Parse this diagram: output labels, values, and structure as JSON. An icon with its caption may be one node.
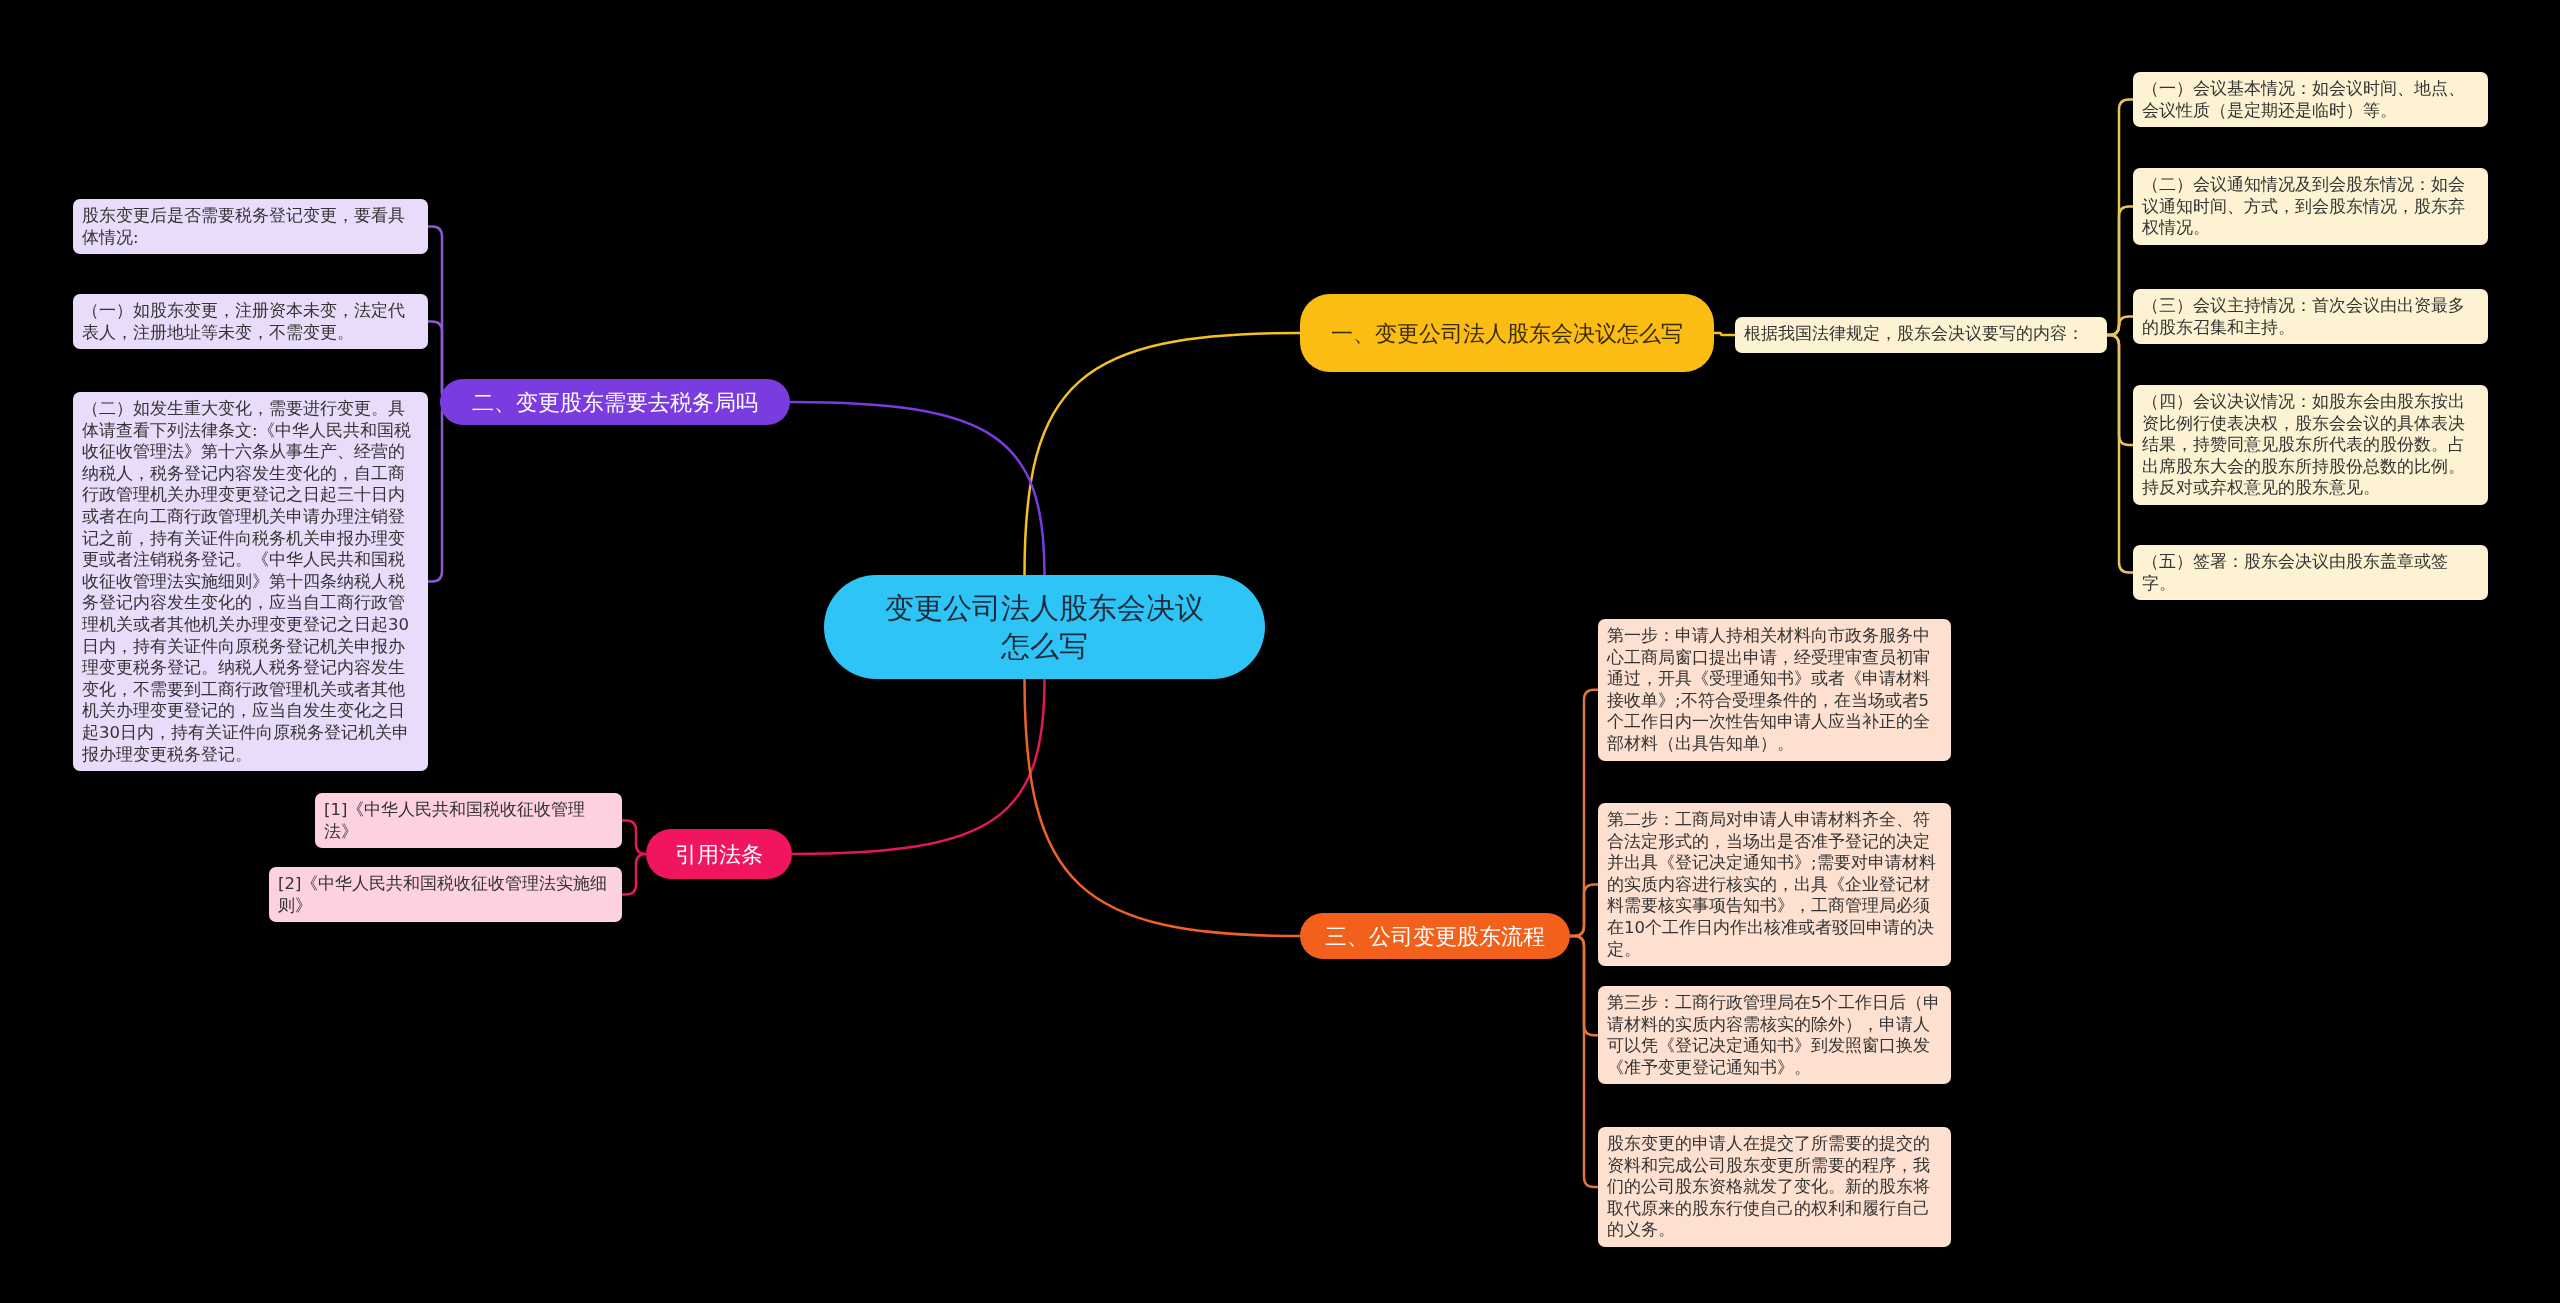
{
  "diagram": {
    "nodes": [
      {
        "text": [
          "变更公司法人股东会决议怎么写"
        ]
      },
      {
        "text": [
          "一、变更公司法人股东会决议怎么写"
        ]
      },
      {
        "text": [
          "根据我国法律规定，股东会决议要写的内容："
        ]
      },
      {
        "text": [
          "（一）会议基本情况：如会议时间、地点、会议性质（是定期还是临时）等。"
        ]
      },
      {
        "text": [
          "（二）会议通知情况及到会股东情况：如会议通知时间、方式，到会股东情况，股东弃权情况。"
        ]
      },
      {
        "text": [
          "（三）会议主持情况：首次会议由出资最多的股东召集和主持。"
        ]
      },
      {
        "text": [
          "（四）会议决议情况：如股东会由股东按出资比例行使表决权，股东会会议的具体表决结果，持赞同意见股东所代表的股份数。占出席股东大会的股东所持股份总数的比例。持反对或弃权意见的股东意见。"
        ]
      },
      {
        "text": [
          "（五）签署：股东会决议由股东盖章或签字。"
        ]
      },
      {
        "text": [
          "二、变更股东需要去税务局吗"
        ]
      },
      {
        "text": [
          "股东变更后是否需要税务登记变更，要看具体情况:"
        ]
      },
      {
        "text": [
          "（一）如股东变更，注册资本未变，法定代表人，注册地址等未变，不需变更。"
        ]
      },
      {
        "text": [
          "（二）如发生重大变化，需要进行变更。具体请查看下列法律条文:《中华人民共和国税收征收管理法》第十六条从事生产、经营的纳税人，税务登记内容发生变化的，自工商行政管理机关办理变更登记之日起三十日内或者在向工商行政管理机关申请办理注销登记之前，持有关证件向税务机关申报办理变更或者注销税务登记。《中华人民共和国税收征收管理法实施细则》第十四条纳税人税务登记内容发生变化的，应当自工商行政管理机关或者其他机关办理变更登记之日起30日内，持有关证件向原税务登记机关申报办理变更税务登记。纳税人税务登记内容发生变化，不需要到工商行政管理机关或者其他机关办理变更登记的，应当自发生变化之日起30日内，持有关证件向原税务登记机关申报办理变更税务登记。"
        ]
      },
      {
        "text": [
          "引用法条"
        ]
      },
      {
        "text": [
          "[1]《中华人民共和国税收征收管理法》"
        ]
      },
      {
        "text": [
          "[2]《中华人民共和国税收征收管理法实施细则》"
        ]
      },
      {
        "text": [
          "三、公司变更股东流程"
        ]
      },
      {
        "text": [
          "第一步：申请人持相关材料向市政务服务中心工商局窗口提出申请，经受理审查员初审通过，开具《受理通知书》或者《申请材料接收单》;不符合受理条件的，在当场或者5个工作日内一次性告知申请人应当补正的全部材料（出具告知单）。"
        ]
      },
      {
        "text": [
          "第二步：工商局对申请人申请材料齐全、符合法定形式的，当场出是否准予登记的决定并出具《登记决定通知书》;需要对申请材料的实质内容进行核实的，出具《企业登记材料需要核实事项告知书》，工商管理局必须在10个工作日内作出核准或者驳回申请的决定。"
        ]
      },
      {
        "text": [
          "第三步：工商行政管理局在5个工作日后（申请材料的实质内容需核实的除外），申请人可以凭《登记决定通知书》到发照窗口换发《准予变更登记通知书》。"
        ]
      },
      {
        "text": [
          "股东变更的申请人在提交了所需要的提交的资料和完成公司股东变更所需要的程序，我们的公司股东资格就发了变化。新的股东将取代原来的股东行使自己的权利和履行自己的义务。"
        ]
      }
    ],
    "edges": [
      {
        "from": 0,
        "to": 1,
        "arrow": "none",
        "color": "#f5c022"
      },
      {
        "from": 1,
        "to": 2,
        "arrow": "none",
        "color": "#f5c022"
      },
      {
        "from": 2,
        "to": 3,
        "arrow": "none",
        "color": "#e8c35a"
      },
      {
        "from": 2,
        "to": 4,
        "arrow": "none",
        "color": "#e8c35a"
      },
      {
        "from": 2,
        "to": 5,
        "arrow": "none",
        "color": "#e8c35a"
      },
      {
        "from": 2,
        "to": 6,
        "arrow": "none",
        "color": "#e8c35a"
      },
      {
        "from": 2,
        "to": 7,
        "arrow": "none",
        "color": "#e8c35a"
      },
      {
        "from": 0,
        "to": 8,
        "arrow": "none",
        "color": "#7a3be0"
      },
      {
        "from": 8,
        "to": 9,
        "arrow": "none",
        "color": "#8a5ad0"
      },
      {
        "from": 8,
        "to": 10,
        "arrow": "none",
        "color": "#8a5ad0"
      },
      {
        "from": 8,
        "to": 11,
        "arrow": "none",
        "color": "#8a5ad0"
      },
      {
        "from": 0,
        "to": 12,
        "arrow": "none",
        "color": "#e3185c"
      },
      {
        "from": 12,
        "to": 13,
        "arrow": "none",
        "color": "#e3185c"
      },
      {
        "from": 12,
        "to": 14,
        "arrow": "none",
        "color": "#e3185c"
      },
      {
        "from": 0,
        "to": 15,
        "arrow": "none",
        "color": "#ef6224"
      },
      {
        "from": 15,
        "to": 16,
        "arrow": "none",
        "color": "#e2733a"
      },
      {
        "from": 15,
        "to": 17,
        "arrow": "none",
        "color": "#e2733a"
      },
      {
        "from": 15,
        "to": 18,
        "arrow": "none",
        "color": "#e2733a"
      },
      {
        "from": 15,
        "to": 19,
        "arrow": "none",
        "color": "#e2733a"
      }
    ]
  }
}
